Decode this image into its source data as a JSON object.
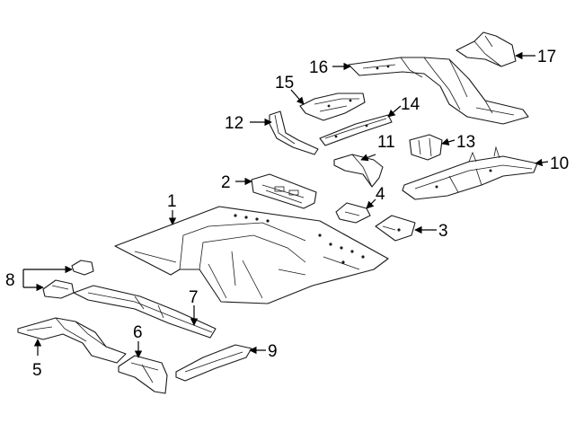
{
  "callouts": [
    {
      "id": "c1",
      "label": "1"
    },
    {
      "id": "c2",
      "label": "2"
    },
    {
      "id": "c3",
      "label": "3"
    },
    {
      "id": "c4",
      "label": "4"
    },
    {
      "id": "c5",
      "label": "5"
    },
    {
      "id": "c6",
      "label": "6"
    },
    {
      "id": "c7",
      "label": "7"
    },
    {
      "id": "c8",
      "label": "8"
    },
    {
      "id": "c9",
      "label": "9"
    },
    {
      "id": "c10",
      "label": "10"
    },
    {
      "id": "c11",
      "label": "11"
    },
    {
      "id": "c12",
      "label": "12"
    },
    {
      "id": "c13",
      "label": "13"
    },
    {
      "id": "c14",
      "label": "14"
    },
    {
      "id": "c15",
      "label": "15"
    },
    {
      "id": "c16",
      "label": "16"
    },
    {
      "id": "c17",
      "label": "17"
    }
  ],
  "colors": {
    "ink": "#1a1a1a",
    "background": "#ffffff"
  }
}
